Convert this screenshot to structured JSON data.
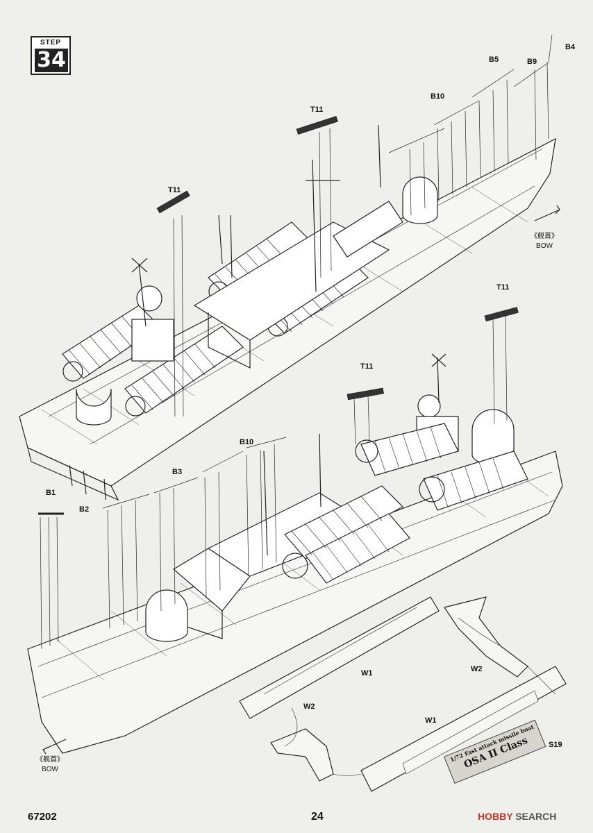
{
  "step": {
    "label": "STEP",
    "number": "34"
  },
  "part_labels": {
    "b4": "B4",
    "b5": "B5",
    "b9": "B9",
    "b10_top": "B10",
    "t11_a": "T11",
    "t11_b": "T11",
    "t11_c": "T11",
    "t11_d": "T11",
    "b10_bottom": "B10",
    "b3": "B3",
    "b1": "B1",
    "b2": "B2",
    "w1_a": "W1",
    "w2_a": "W2",
    "w2_b": "W2",
    "w1_b": "W1",
    "s19": "S19"
  },
  "bow_top": {
    "chinese": "《舰首》",
    "english": "BOW"
  },
  "bow_bottom": {
    "chinese": "《舰首》",
    "english": "BOW"
  },
  "nameplate": {
    "line1": "1/72 Fast attack missile boat",
    "line2": "OSA II Class"
  },
  "footer": {
    "code": "67202",
    "page": "24"
  },
  "watermark": {
    "brand": "HOBBY",
    "rest": "SEARCH"
  }
}
